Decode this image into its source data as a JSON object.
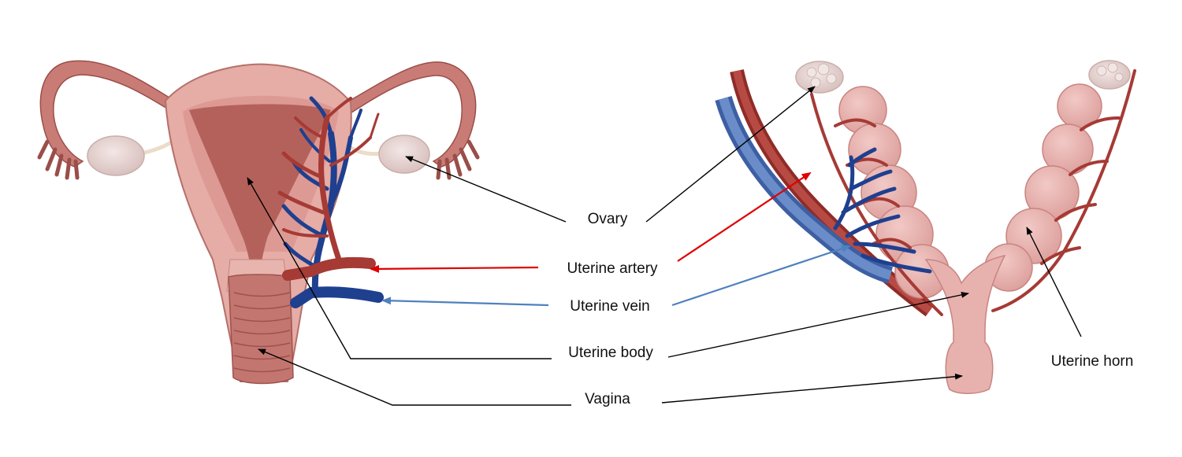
{
  "labels": {
    "ovary": "Ovary",
    "uterine_artery": "Uterine artery",
    "uterine_vein": "Uterine vein",
    "uterine_body": "Uterine body",
    "vagina": "Vagina",
    "uterine_horn": "Uterine horn"
  },
  "colors": {
    "artery": "#e00000",
    "vein": "#4f81bd",
    "pointer": "#000000",
    "tissue_light": "#eab8b3",
    "tissue_mid": "#d99089",
    "tissue_dark": "#a8504b",
    "vessel_red": "#a63a35",
    "vessel_blue": "#1f3f8f",
    "ovary_fill": "#e8d6d4"
  }
}
